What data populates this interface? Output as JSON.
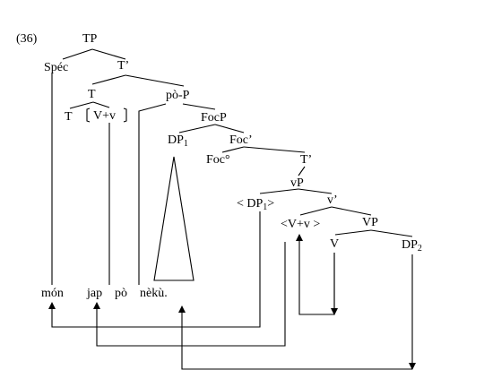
{
  "example_number": "(36)",
  "nodes": {
    "tp": "TP",
    "spec": "Spéc",
    "t_bar": "T’",
    "t": "T",
    "t_head": "T",
    "v_v": "V+v",
    "po_p": "pò-P",
    "focp": "FocP",
    "dp1_main": "DP",
    "dp1_main_sub": "1",
    "foc_bar": "Foc’",
    "foc_head": "Foc°",
    "t_bar2": "T’",
    "vp_small": "vP",
    "dp1_trace_open": "< DP",
    "dp1_trace_sub": "1",
    "dp1_trace_close": ">",
    "v_bar": "v’",
    "v_v_trace": "<V+v >",
    "vp": "VP",
    "v": "V",
    "dp2": "DP",
    "dp2_sub": "2"
  },
  "words": {
    "w1": "món",
    "w2": "jap",
    "w3": "pò",
    "w4": "nèkù."
  }
}
